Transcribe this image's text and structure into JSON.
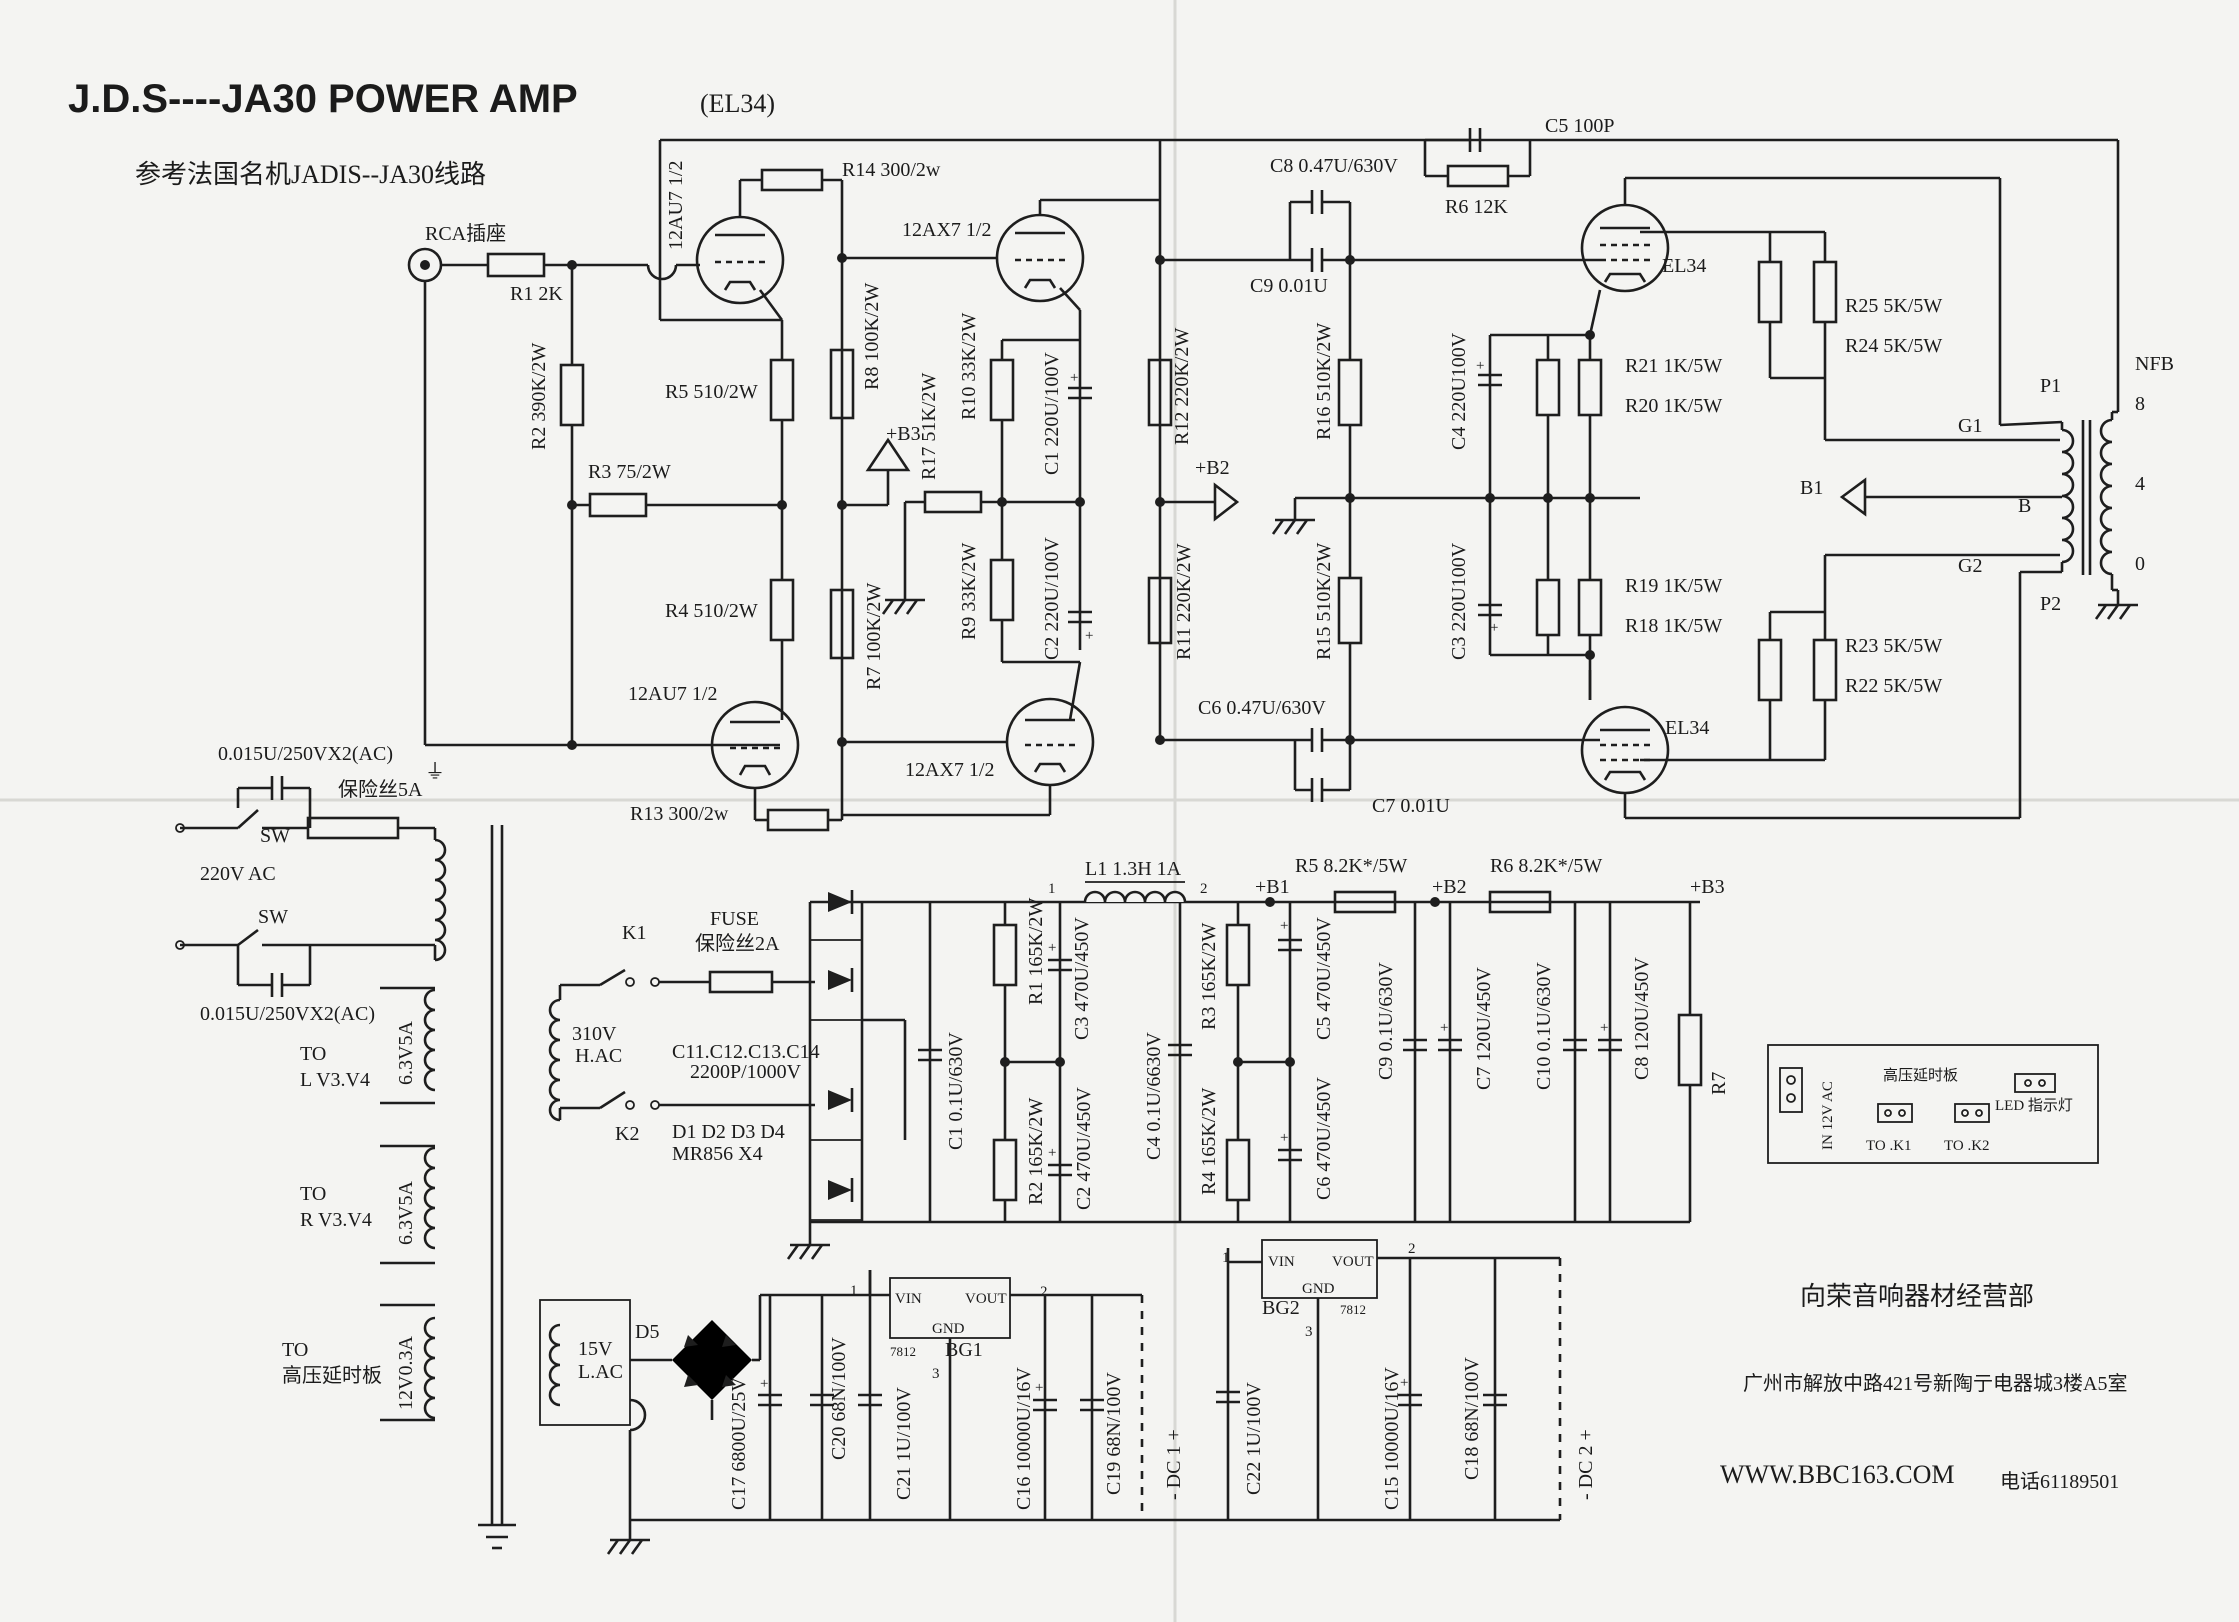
{
  "title": {
    "main": "J.D.S----JA30  POWER  AMP",
    "tube": "(EL34)",
    "subtitle": "参考法国名机JADIS--JA30线路"
  },
  "amp": {
    "rca": "RCA插座",
    "r1": "R1  2K",
    "r2": "R2  390K/2W",
    "r3": "R3  75/2W",
    "r4": "R4  510/2W",
    "r5": "R5  510/2W",
    "r7": "R7  100K/2W",
    "r8": "R8  100K/2W",
    "r9": "R9  33K/2W",
    "r10": "R10 33K/2W",
    "r11": "R11 220K/2W",
    "r12": "R12  220K/2W",
    "r13": "R13  300/2w",
    "r14": "R14  300/2w",
    "r15": "R15  510K/2W",
    "r16": "R16  510K/2W",
    "r17": "R17  51K/2W",
    "r18": "R18  1K/5W",
    "r19": "R19  1K/5W",
    "r20": "R20  1K/5W",
    "r21": "R21  1K/5W",
    "r22": "R22  5K/5W",
    "r23": "R23  5K/5W",
    "r24": "R24  5K/5W",
    "r25": "R25  5K/5W",
    "c1": "C1  220U/100V",
    "c2": "C2  220U/100V",
    "c3": "C3  220U100V",
    "c4": "C4  220U100V",
    "c5": "C5  100P",
    "r6": "R6  12K",
    "c6": "C6  0.47U/630V",
    "c7": "C7  0.01U",
    "c8": "C8  0.47U/630V",
    "c9": "C9  0.01U",
    "tube1": "12AU7  1/2",
    "tube2": "12AU7  1/2",
    "tube3": "12AX7  1/2",
    "tube4": "12AX7  1/2",
    "tube5": "EL34",
    "tube6": "EL34",
    "b2": "+B2",
    "b3": "+B3",
    "b1": "B1",
    "b": "B",
    "nfb": "NFB",
    "p1": "P1",
    "p2": "P2",
    "g1": "G1",
    "g2": "G2",
    "tap8": "8",
    "tap4": "4",
    "tap0": "0"
  },
  "mains": {
    "cap_top": "0.015U/250VX2(AC)",
    "fuse": "保险丝5A",
    "sw1": "SW",
    "voltage": "220V  AC",
    "sw2": "SW",
    "cap_bottom": "0.015U/250VX2(AC)",
    "w1_label": "6.3V5A",
    "w1_to": "TO",
    "w1_dest": "L  V3.V4",
    "w2_label": "6.3V5A",
    "w2_to": "TO",
    "w2_dest": "R  V3.V4",
    "w3_label": "12V0.3A",
    "w3_to": "TO",
    "w3_dest": "高压延时板"
  },
  "hv": {
    "k1": "K1",
    "k2": "K2",
    "fuse_en": "FUSE",
    "fuse_cn": "保险丝2A",
    "winding_v": "310V",
    "winding_t": "H.AC",
    "caps": "C11.C12.C13.C14",
    "caps_val": "2200P/1000V",
    "diodes": "D1  D2  D3  D4",
    "diodes_val": "MR856  X4",
    "l1": "L1  1.3H 1A",
    "node1": "1",
    "node2": "2",
    "b1": "+B1",
    "r5": "R5  8.2K*/5W",
    "b2": "+B2",
    "r6": "R6  8.2K*/5W",
    "b3": "+B3",
    "c1": "C1  0.1U/630V",
    "r1": "R1  165K/2W",
    "c3": "C3  470U/450V",
    "r2": "R2  165K/2W",
    "c2": "C2  470U/450V",
    "c4": "C4  0.1U/6630V",
    "r3": "R3  165K/2W",
    "c5": "C5  470U/450V",
    "r4": "R4  165K/2W",
    "c6": "C6  470U/450V",
    "c9": "C9  0.1U/630V",
    "c7": "C7  120U/450V",
    "c10": "C10  0.1U/630V",
    "c8": "C8  120U/450V",
    "r7": "R7"
  },
  "lv": {
    "d5": "D5",
    "winding_v": "15V",
    "winding_t": "L.AC",
    "c17": "C17  6800U/25V",
    "c20": "C20  68N/100V",
    "c21": "C21  1U/100V",
    "c16": "C16  10000U/16V",
    "c19": "C19  68N/100V",
    "dc1": "- DC 1 +",
    "bg1": "BG1",
    "bg2": "BG2",
    "reg": "7812",
    "vin": "VIN",
    "vout": "VOUT",
    "gnd": "GND",
    "c22": "C22  1U/100V",
    "c15": "C15  10000U/16V",
    "c18": "C18  68N/100V",
    "dc2": "- DC 2 +",
    "pin1": "1",
    "pin2": "2",
    "pin3": "3"
  },
  "delay_board": {
    "title": "高压延时板",
    "in": "IN 12V AC",
    "k1": "TO .K1",
    "k2": "TO .K2",
    "led": "LED 指示灯"
  },
  "shop": {
    "name": "向荣音响器材经营部",
    "address": "广州市解放中路421号新陶亍电器城3楼A5室",
    "web": "WWW.BBC163.COM",
    "phone": "电话61189501"
  }
}
